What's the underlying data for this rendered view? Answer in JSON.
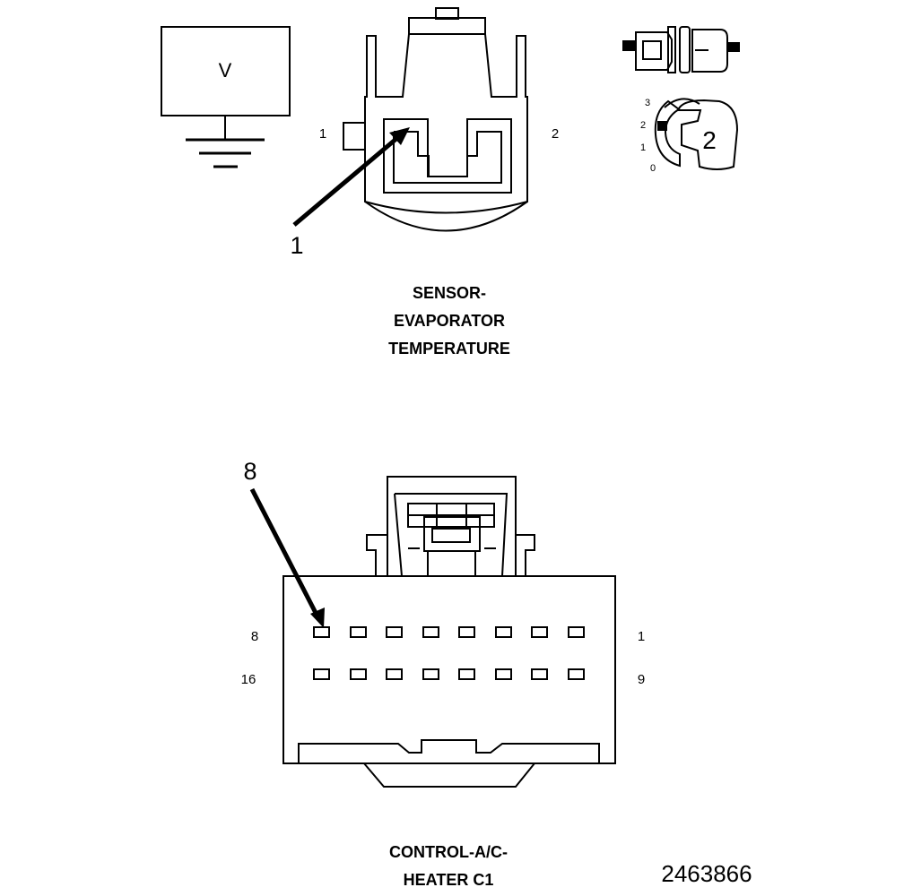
{
  "top_connector": {
    "symbol_label": "V",
    "pin_left": "1",
    "pin_right": "2",
    "callout": "1",
    "caption": [
      "SENSOR-",
      "EVAPORATOR",
      "TEMPERATURE"
    ],
    "key_callout": "2",
    "key_positions": [
      "3",
      "2",
      "1",
      "0"
    ]
  },
  "bottom_connector": {
    "callout": "8",
    "row1_left": "8",
    "row1_right": "1",
    "row2_left": "16",
    "row2_right": "9",
    "caption": [
      "CONTROL-A/C-",
      "HEATER C1"
    ]
  },
  "figure_number": "2463866"
}
